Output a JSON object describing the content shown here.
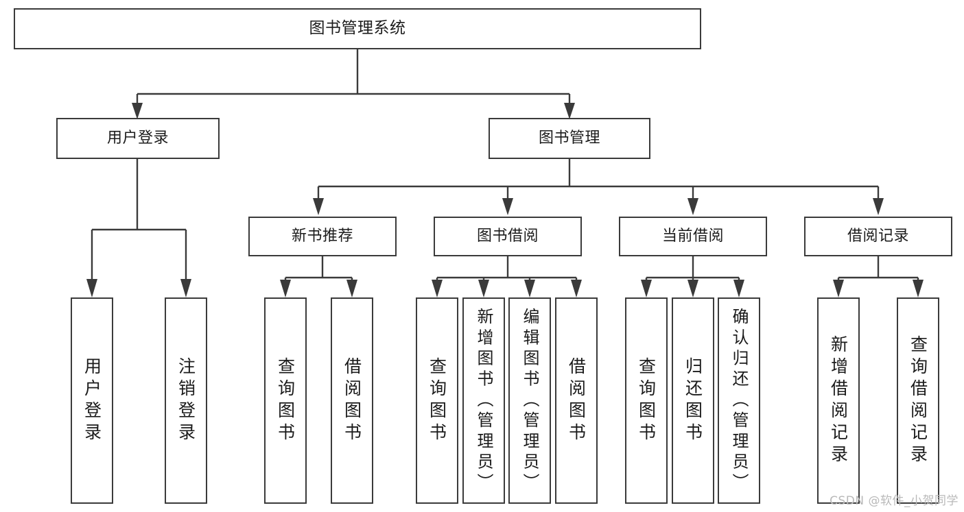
{
  "diagram": {
    "title": "图书管理系统",
    "type": "tree-hierarchy-chart",
    "orientation": "top-down",
    "colors": {
      "box_border": "#3a3a3a",
      "box_fill": "#ffffff",
      "connector": "#3a3a3a",
      "text": "#1b1b1b",
      "watermark": "#b9b9b9",
      "background": "#ffffff"
    }
  },
  "watermark": {
    "text": "CSDN @软件_小贺同学"
  },
  "nodes": {
    "root": {
      "label": "图书管理系统"
    },
    "level2": [
      {
        "id": "user-login",
        "label": "用户登录"
      },
      {
        "id": "book-manage",
        "label": "图书管理"
      }
    ],
    "level3": [
      {
        "id": "new-book-recommend",
        "label": "新书推荐"
      },
      {
        "id": "book-borrow",
        "label": "图书借阅"
      },
      {
        "id": "current-borrow",
        "label": "当前借阅"
      },
      {
        "id": "borrow-record",
        "label": "借阅记录"
      }
    ],
    "leaves": {
      "user_login": [
        {
          "id": "leaf-user-login",
          "label": "用户登录"
        },
        {
          "id": "leaf-logout-login",
          "label": "注销登录"
        }
      ],
      "new_book_recommend": [
        {
          "id": "leaf-query-book-1",
          "label": "查询图书"
        },
        {
          "id": "leaf-borrow-book-1",
          "label": "借阅图书"
        }
      ],
      "book_borrow": [
        {
          "id": "leaf-query-book-2",
          "label": "查询图书"
        },
        {
          "id": "leaf-add-book",
          "label": "新增图书（管理员）"
        },
        {
          "id": "leaf-edit-book",
          "label": "编辑图书（管理员）"
        },
        {
          "id": "leaf-borrow-book-2",
          "label": "借阅图书"
        }
      ],
      "current_borrow": [
        {
          "id": "leaf-query-book-3",
          "label": "查询图书"
        },
        {
          "id": "leaf-return-book",
          "label": "归还图书"
        },
        {
          "id": "leaf-confirm-return",
          "label": "确认归还（管理员）"
        }
      ],
      "borrow_record": [
        {
          "id": "leaf-add-record",
          "label": "新增借阅记录"
        },
        {
          "id": "leaf-query-record",
          "label": "查询借阅记录"
        }
      ]
    }
  }
}
